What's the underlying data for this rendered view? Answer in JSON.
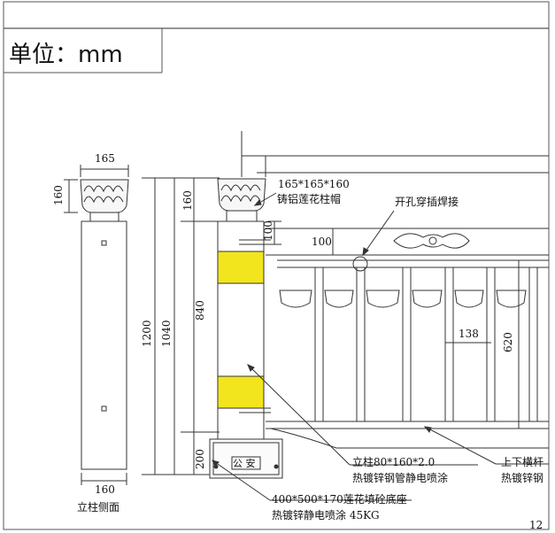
{
  "unit_label": "单位：mm",
  "side_view": {
    "width_top": "165",
    "cap_height": "160",
    "base_width": "160",
    "caption": "立柱侧面"
  },
  "dimensions": {
    "total_height": "1200",
    "post_height": "1040",
    "cap_dim": "160",
    "body_dim": "840",
    "base_dim": "200",
    "rail_offset": "100",
    "rail_offset_2": "100",
    "spacing": "138",
    "panel_height": "620"
  },
  "callouts": {
    "cap_size": "165*165*160",
    "cap_material": "铸铝莲花柱帽",
    "weld_note": "开孔穿插焊接",
    "post_size": "立柱80*160*2.0",
    "post_finish": "热镀锌钢管静电喷涂",
    "rail_name": "上下横杆",
    "rail_finish": "热镀锌钢",
    "base_size": "400*500*170莲花填砼底座",
    "base_finish": "热镀锌静电喷涂 45KG",
    "base_emblem": "公 安",
    "page_no": "12"
  },
  "colors": {
    "line": "#333333",
    "reflective_band": "#f2e51d"
  }
}
